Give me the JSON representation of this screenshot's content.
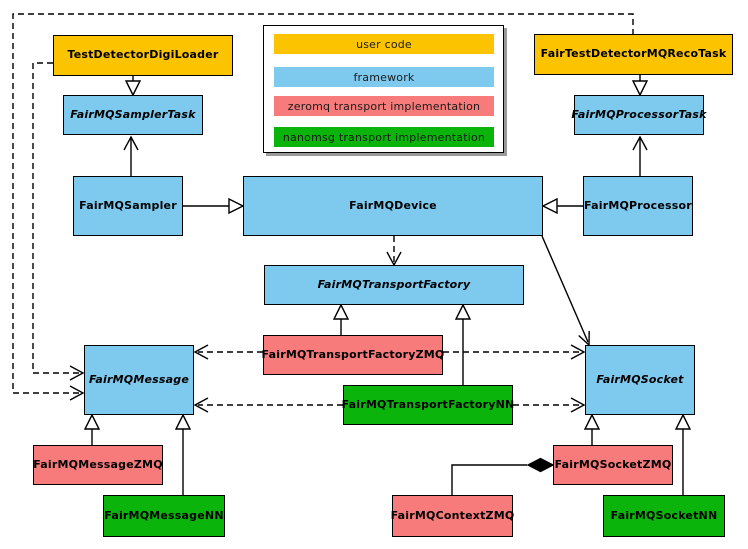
{
  "colors": {
    "user_code": "#FCC400",
    "framework": "#7EC9EE",
    "zeromq": "#F87B7B",
    "nanomsg": "#0AB40A",
    "line": "#000000",
    "background": "#FFFFFF"
  },
  "legend": {
    "items": [
      {
        "label": "user code",
        "color": "#FCC400"
      },
      {
        "label": "framework",
        "color": "#7EC9EE"
      },
      {
        "label": "zeromq transport implementation",
        "color": "#F87B7B"
      },
      {
        "label": "nanomsg transport implementation",
        "color": "#0AB40A"
      }
    ]
  },
  "nodes": {
    "digi_loader": {
      "label": "TestDetectorDigiLoader",
      "category": "user_code",
      "abstract": false
    },
    "reco_task": {
      "label": "FairTestDetectorMQRecoTask",
      "category": "user_code",
      "abstract": false
    },
    "sampler_task": {
      "label": "FairMQSamplerTask",
      "category": "framework",
      "abstract": true
    },
    "processor_task": {
      "label": "FairMQProcessorTask",
      "category": "framework",
      "abstract": true
    },
    "sampler": {
      "label": "FairMQSampler",
      "category": "framework",
      "abstract": false
    },
    "device": {
      "label": "FairMQDevice",
      "category": "framework",
      "abstract": false
    },
    "processor": {
      "label": "FairMQProcessor",
      "category": "framework",
      "abstract": false
    },
    "transport_factory": {
      "label": "FairMQTransportFactory",
      "category": "framework",
      "abstract": true
    },
    "factory_zmq": {
      "label": "FairMQTransportFactoryZMQ",
      "category": "zeromq",
      "abstract": false
    },
    "factory_nn": {
      "label": "FairMQTransportFactoryNN",
      "category": "nanomsg",
      "abstract": false
    },
    "message": {
      "label": "FairMQMessage",
      "category": "framework",
      "abstract": true
    },
    "socket": {
      "label": "FairMQSocket",
      "category": "framework",
      "abstract": true
    },
    "message_zmq": {
      "label": "FairMQMessageZMQ",
      "category": "zeromq",
      "abstract": false
    },
    "message_nn": {
      "label": "FairMQMessageNN",
      "category": "nanomsg",
      "abstract": false
    },
    "socket_zmq": {
      "label": "FairMQSocketZMQ",
      "category": "zeromq",
      "abstract": false
    },
    "socket_nn": {
      "label": "FairMQSocketNN",
      "category": "nanomsg",
      "abstract": false
    },
    "context_zmq": {
      "label": "FairMQContextZMQ",
      "category": "zeromq",
      "abstract": false
    }
  },
  "edges": [
    {
      "from": "TestDetectorDigiLoader",
      "to": "FairMQSamplerTask",
      "type": "generalization"
    },
    {
      "from": "FairTestDetectorMQRecoTask",
      "to": "FairMQProcessorTask",
      "type": "generalization"
    },
    {
      "from": "FairMQSampler",
      "to": "FairMQDevice",
      "type": "generalization"
    },
    {
      "from": "FairMQProcessor",
      "to": "FairMQDevice",
      "type": "generalization"
    },
    {
      "from": "FairMQSampler",
      "to": "FairMQSamplerTask",
      "type": "association"
    },
    {
      "from": "FairMQProcessor",
      "to": "FairMQProcessorTask",
      "type": "association"
    },
    {
      "from": "FairMQDevice",
      "to": "FairMQTransportFactory",
      "type": "dependency"
    },
    {
      "from": "FairMQDevice",
      "to": "FairMQSocket",
      "type": "association"
    },
    {
      "from": "FairMQTransportFactoryZMQ",
      "to": "FairMQTransportFactory",
      "type": "generalization"
    },
    {
      "from": "FairMQTransportFactoryNN",
      "to": "FairMQTransportFactory",
      "type": "generalization"
    },
    {
      "from": "FairMQTransportFactoryZMQ",
      "to": "FairMQMessage",
      "type": "dependency"
    },
    {
      "from": "FairMQTransportFactoryZMQ",
      "to": "FairMQSocket",
      "type": "dependency"
    },
    {
      "from": "FairMQTransportFactoryNN",
      "to": "FairMQMessage",
      "type": "dependency"
    },
    {
      "from": "FairMQTransportFactoryNN",
      "to": "FairMQSocket",
      "type": "dependency"
    },
    {
      "from": "TestDetectorDigiLoader",
      "to": "FairMQMessage",
      "type": "dependency"
    },
    {
      "from": "FairTestDetectorMQRecoTask",
      "to": "FairMQMessage",
      "type": "dependency"
    },
    {
      "from": "FairMQMessageZMQ",
      "to": "FairMQMessage",
      "type": "generalization"
    },
    {
      "from": "FairMQMessageNN",
      "to": "FairMQMessage",
      "type": "generalization"
    },
    {
      "from": "FairMQSocketZMQ",
      "to": "FairMQSocket",
      "type": "generalization"
    },
    {
      "from": "FairMQSocketNN",
      "to": "FairMQSocket",
      "type": "generalization"
    },
    {
      "from": "FairMQContextZMQ",
      "to": "FairMQSocketZMQ",
      "type": "composition"
    }
  ]
}
